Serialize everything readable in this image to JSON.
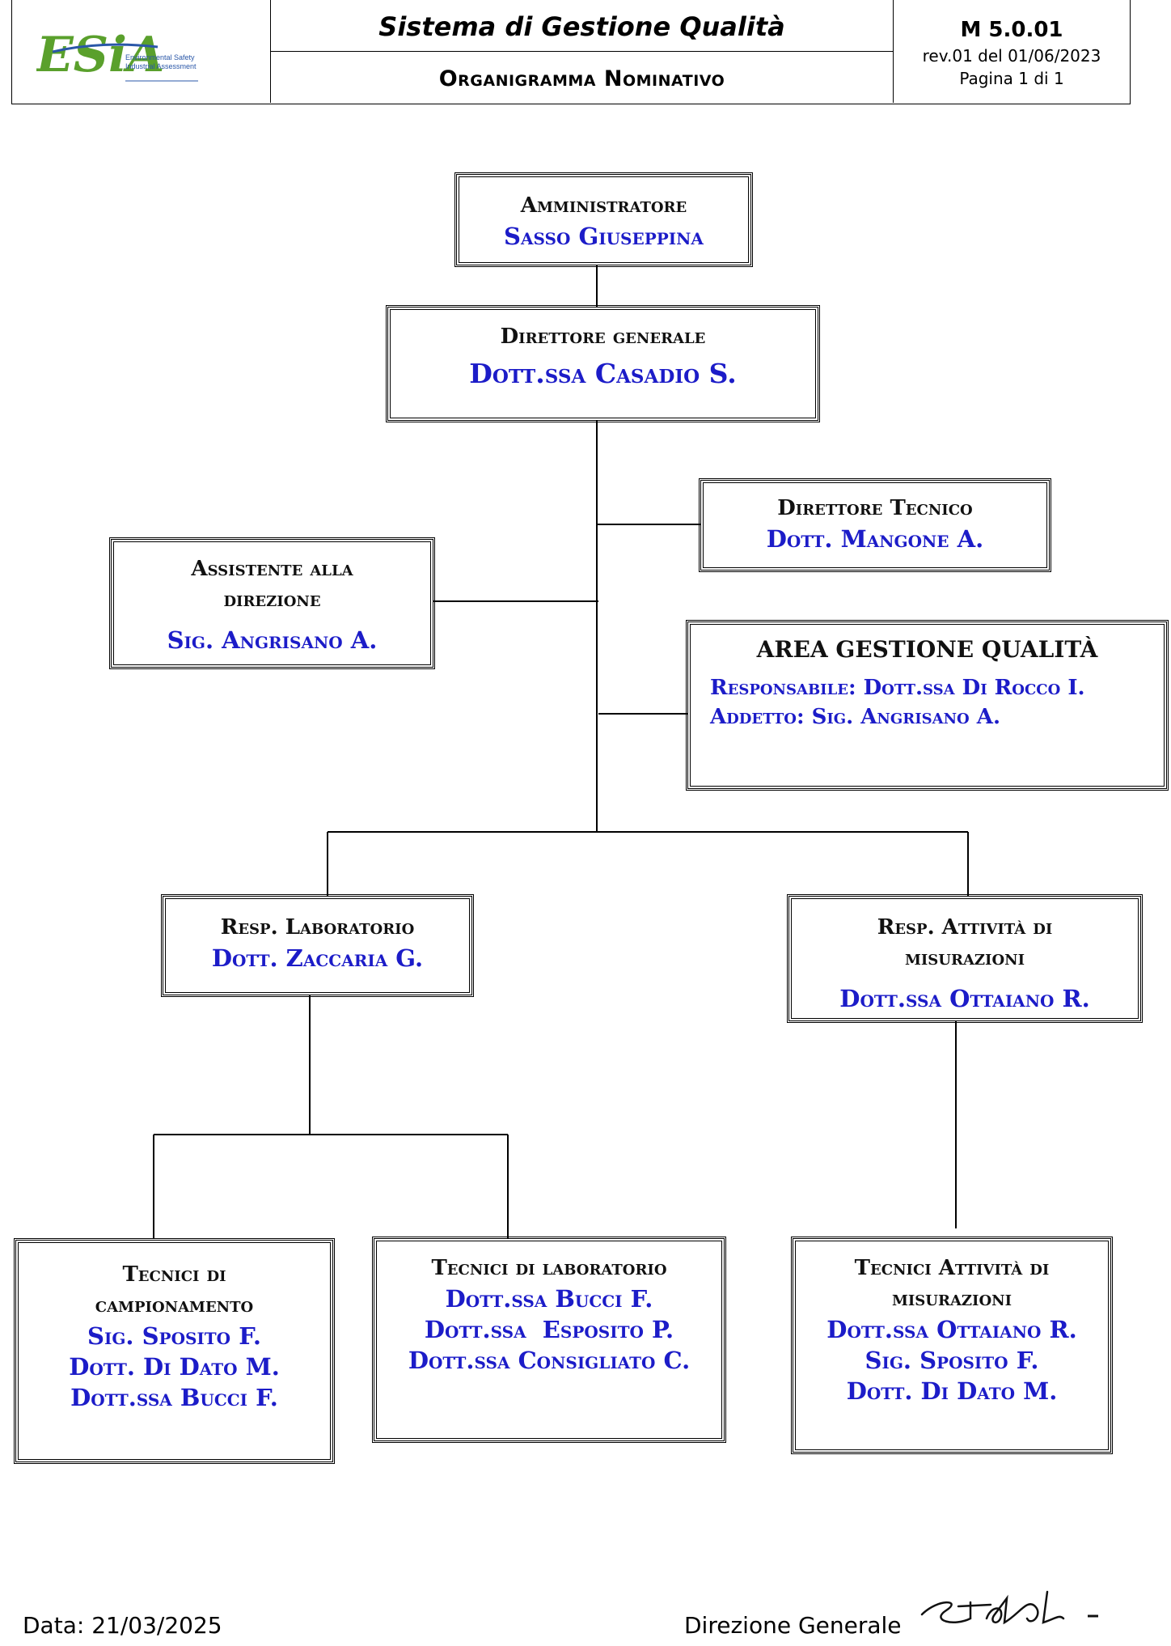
{
  "header": {
    "logo_text": "Environmental Safety Industrial Assessment",
    "logo_tagline_1": "Environmental Safety",
    "logo_tagline_2": "Industrial Assessment",
    "system_title": "Sistema di Gestione Qualità",
    "doc_title": "Organigramma Nominativo",
    "doc_code": "M 5.0.01",
    "revision": "rev.01 del 01/06/2023",
    "page": "Pagina 1 di 1"
  },
  "org": {
    "amministratore": {
      "role": "Amministratore",
      "person": "Sasso Giuseppina"
    },
    "direttore_generale": {
      "role": "Direttore generale",
      "person": "Dott.ssa Casadio S."
    },
    "direttore_tecnico": {
      "role": "Direttore Tecnico",
      "person": "Dott. Mangone A."
    },
    "assistente": {
      "role_line1": "Assistente alla",
      "role_line2": "direzione",
      "person": "Sig. Angrisano A."
    },
    "qualita": {
      "role": "AREA GESTIONE QUALITÀ",
      "responsabile": "Responsabile: Dott.ssa Di Rocco I.",
      "addetto": "Addetto: Sig. Angrisano A."
    },
    "resp_laboratorio": {
      "role": "Resp. Laboratorio",
      "person": "Dott. Zaccaria G."
    },
    "resp_misurazioni": {
      "role_line1": "Resp. Attività di",
      "role_line2": "misurazioni",
      "person": "Dott.ssa Ottaiano R."
    },
    "tecnici_campionamento": {
      "role_line1": "Tecnici di",
      "role_line2": "campionamento",
      "members": [
        "Sig. Sposito F.",
        "Dott. Di Dato M.",
        "Dott.ssa Bucci F."
      ]
    },
    "tecnici_laboratorio": {
      "role": "Tecnici di laboratorio",
      "members": [
        "Dott.ssa Bucci F.",
        "Dott.ssa  Esposito P.",
        "Dott.ssa Consigliato C."
      ]
    },
    "tecnici_misurazioni": {
      "role_line1": "Tecnici Attività di",
      "role_line2": "misurazioni",
      "members": [
        "Dott.ssa Ottaiano R.",
        "Sig. Sposito F.",
        "Dott. Di Dato M."
      ]
    }
  },
  "footer": {
    "date": "Data: 21/03/2025",
    "signatory": "Direzione Generale"
  },
  "colors": {
    "person_text": "#1c1cc8",
    "logo_green": "#5aa02c",
    "logo_blue": "#2a57a8"
  }
}
